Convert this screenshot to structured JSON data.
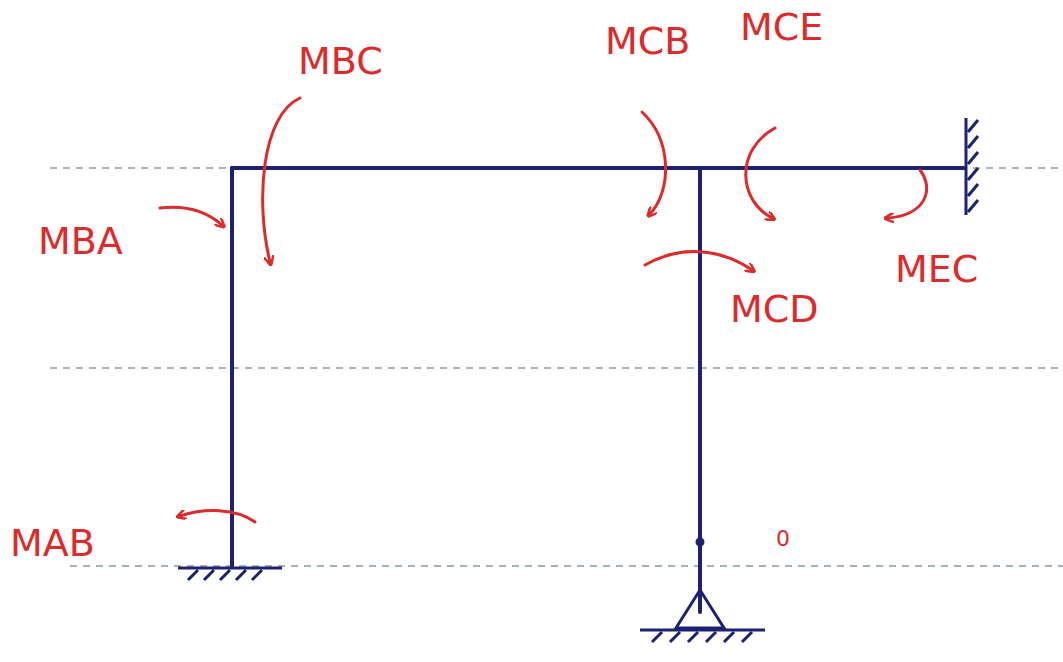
{
  "diagram": {
    "labels": [
      "MBC",
      "MBA",
      "MAB",
      "MCB",
      "MCE",
      "MEC",
      "MCD",
      "0"
    ]
  }
}
